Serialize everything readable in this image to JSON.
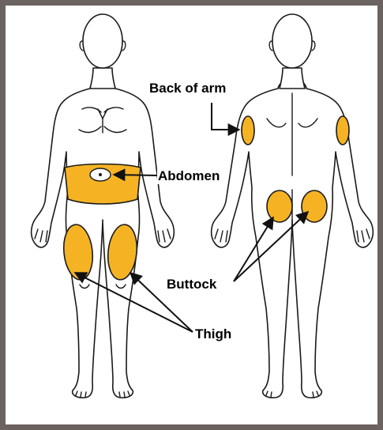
{
  "labels": {
    "back_of_arm": "Back of arm",
    "abdomen": "Abdomen",
    "buttock": "Buttock",
    "thigh": "Thigh"
  },
  "colors": {
    "injection_site": "#f5b324",
    "frame": "#6b6360",
    "outline": "#1a1a1a"
  }
}
